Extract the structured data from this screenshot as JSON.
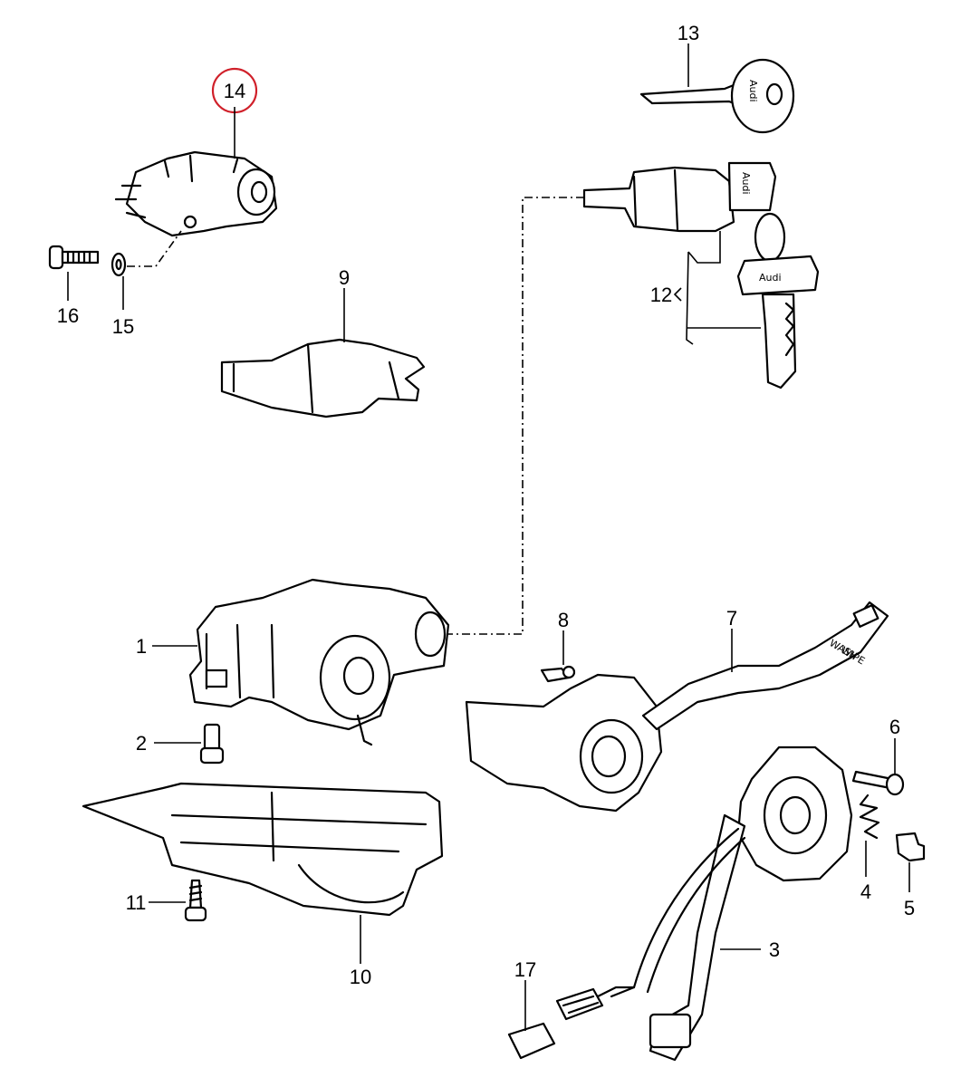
{
  "callouts": {
    "c1": "1",
    "c2": "2",
    "c3": "3",
    "c4": "4",
    "c5": "5",
    "c6": "6",
    "c7": "7",
    "c8": "8",
    "c9": "9",
    "c10": "10",
    "c11": "11",
    "c12": "12",
    "c13": "13",
    "c14": "14",
    "c15": "15",
    "c16": "16",
    "c17": "17"
  },
  "highlighted_callout": "14",
  "highlight_color": "#d0202a",
  "key_brand_text": "Audi",
  "lever_label_wash": "WASH",
  "lever_label_wipe": "WIPE"
}
